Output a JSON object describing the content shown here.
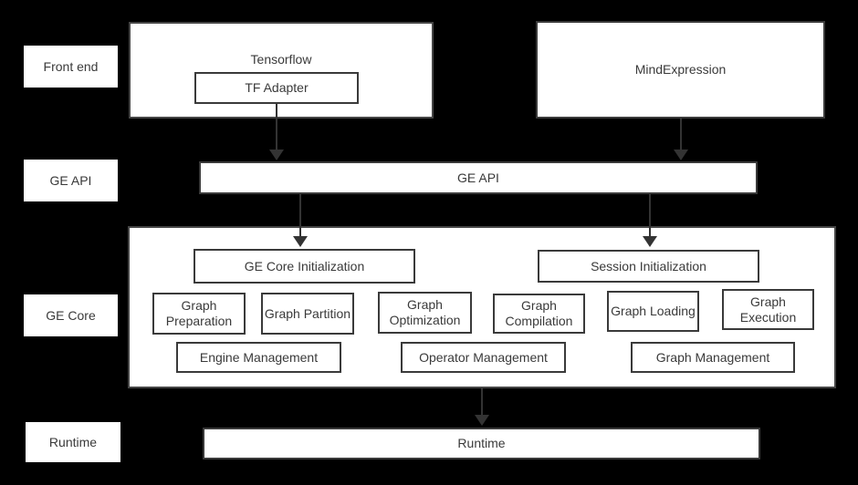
{
  "colors": {
    "background": "#000000",
    "box_fill": "#ffffff",
    "box_border": "#3a3a3a",
    "container_border": "#454545",
    "text": "#3a3a3a",
    "arrow": "#333333"
  },
  "side_labels": [
    {
      "label": "Front end"
    },
    {
      "label": "GE API"
    },
    {
      "label": "GE Core"
    },
    {
      "label": "Runtime"
    }
  ],
  "front_end": {
    "tensorflow": "Tensorflow",
    "tf_adapter": "TF Adapter",
    "mindexpression": "MindExpression"
  },
  "ge_api": {
    "bar": "GE API"
  },
  "ge_core": {
    "ge_core_initialization": "GE Core Initialization",
    "session_initialization": "Session Initialization",
    "graph_preparation": "Graph Preparation",
    "graph_partition": "Graph Partition",
    "graph_optimization": "Graph Optimization",
    "graph_compilation": "Graph Compilation",
    "graph_loading": "Graph Loading",
    "graph_execution": "Graph Execution",
    "engine_management": "Engine Management",
    "operator_management": "Operator Management",
    "graph_management": "Graph Management"
  },
  "runtime": {
    "bar": "Runtime"
  }
}
